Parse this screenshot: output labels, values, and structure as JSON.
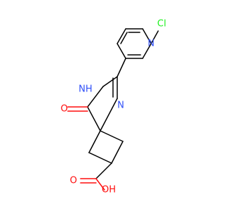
{
  "molecule": {
    "atoms": {
      "cl": {
        "label": "Cl",
        "color": "#1ff01f"
      },
      "n_pyridine": {
        "label": "N",
        "color": "#3050f8"
      },
      "nh": {
        "label": "NH",
        "color": "#3050f8"
      },
      "n_imine": {
        "label": "N",
        "color": "#3050f8"
      },
      "o_carbonyl": {
        "label": "O",
        "color": "#ff0d0d"
      },
      "o_acid": {
        "label": "O",
        "color": "#ff0d0d"
      },
      "oh": {
        "label": "OH",
        "color": "#ff0d0d"
      }
    }
  }
}
